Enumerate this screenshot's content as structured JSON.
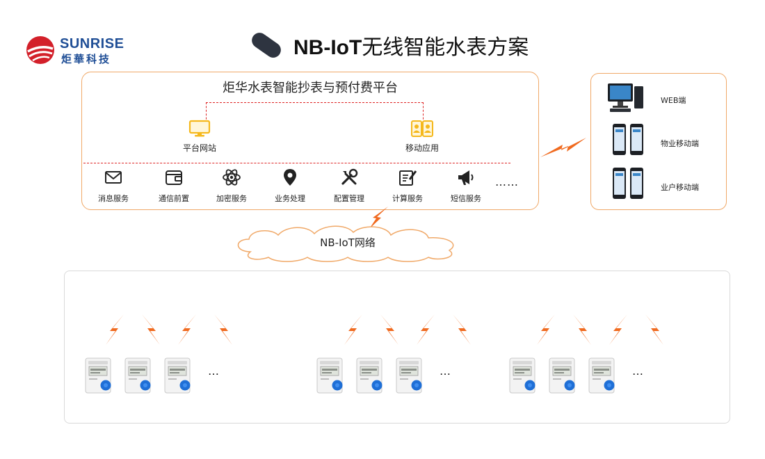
{
  "logo": {
    "name_en": "SUNRISE",
    "name_cn": "炬華科技"
  },
  "title": {
    "bold": "NB-IoT",
    "rest": "无线智能水表方案"
  },
  "platform": {
    "title": "炬华水表智能抄表与预付费平台",
    "nodes": [
      {
        "label": "平台网站",
        "icon": "monitor-icon"
      },
      {
        "label": "移动应用",
        "icon": "mobile-app-icon"
      }
    ],
    "services": [
      {
        "label": "消息服务",
        "icon": "envelope-icon"
      },
      {
        "label": "通信前置",
        "icon": "wallet-icon"
      },
      {
        "label": "加密服务",
        "icon": "atom-icon"
      },
      {
        "label": "业务处理",
        "icon": "location-pin-icon"
      },
      {
        "label": "配置管理",
        "icon": "tools-icon"
      },
      {
        "label": "计算服务",
        "icon": "edit-document-icon"
      },
      {
        "label": "短信服务",
        "icon": "megaphone-icon"
      }
    ],
    "more": "……"
  },
  "clients": [
    {
      "label": "WEB端",
      "icon": "desktop-computer-icon"
    },
    {
      "label": "物业移动端",
      "icon": "smartphones-icon"
    },
    {
      "label": "业户移动端",
      "icon": "smartphones-icon"
    }
  ],
  "network": {
    "label": "NB-IoT网络"
  },
  "meter_groups": [
    {
      "meters": 3,
      "more": "…"
    },
    {
      "meters": 3,
      "more": "…"
    },
    {
      "meters": 3,
      "more": "…"
    }
  ],
  "colors": {
    "accent_orange": "#f0a867",
    "dashed_red": "#dd2222",
    "icon_yellow": "#f5b81c",
    "meter_blue": "#1f6fd6",
    "logo_blue": "#1f4e96",
    "logo_red": "#d3202a"
  }
}
